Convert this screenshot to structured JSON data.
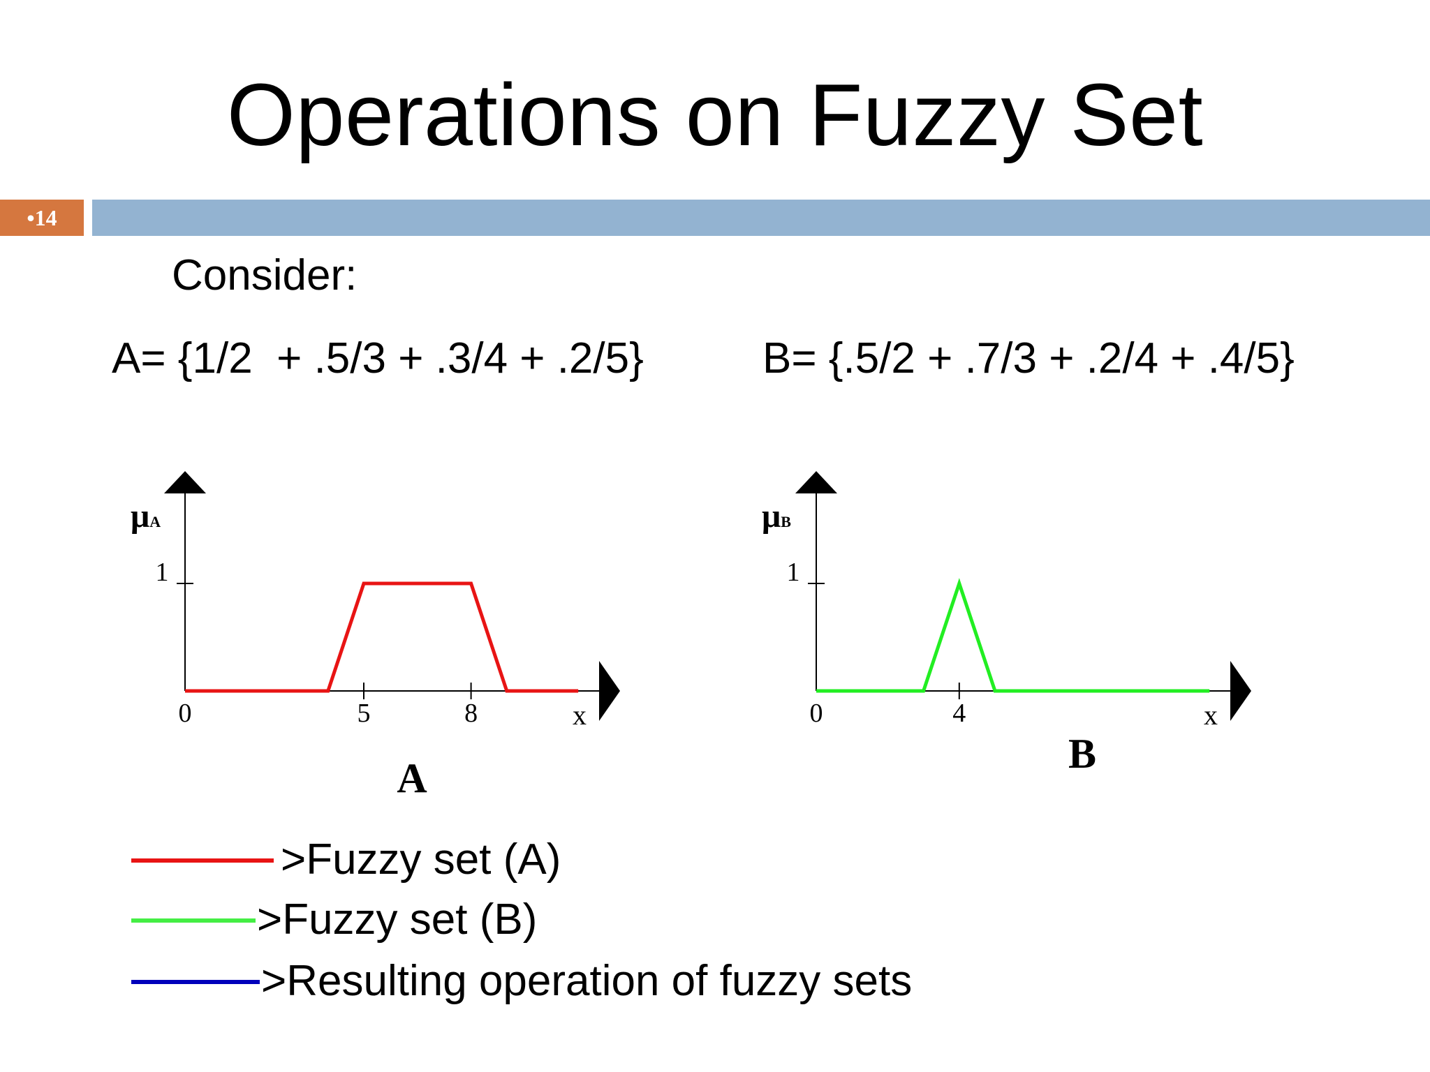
{
  "slide": {
    "title": "Operations on Fuzzy Set",
    "number": "•14",
    "consider": "Consider:",
    "set_a_def": "A= {1/2  + .5/3 + .3/4 + .2/5}",
    "set_b_def": "B= {.5/2 + .7/3 + .2/4 + .4/5}"
  },
  "chart_data": [
    {
      "type": "line",
      "title": "A",
      "ylabel": "μA",
      "xlabel": "x",
      "x_ticks": [
        "0",
        "5",
        "8"
      ],
      "y_ticks": [
        "1"
      ],
      "xlim": [
        0,
        11
      ],
      "ylim": [
        0,
        1
      ],
      "color": "#e81414",
      "series": [
        {
          "x": [
            0,
            4,
            5,
            8,
            9,
            11
          ],
          "y": [
            0,
            0,
            1,
            1,
            0,
            0
          ]
        }
      ]
    },
    {
      "type": "line",
      "title": "B",
      "ylabel": "μB",
      "xlabel": "x",
      "x_ticks": [
        "0",
        "4"
      ],
      "y_ticks": [
        "1"
      ],
      "xlim": [
        0,
        11
      ],
      "ylim": [
        0,
        1
      ],
      "color": "#22ee22",
      "series": [
        {
          "x": [
            0,
            3,
            4,
            5,
            11
          ],
          "y": [
            0,
            0,
            1,
            0,
            0
          ]
        }
      ]
    }
  ],
  "legend": [
    {
      "text": ">Fuzzy set (A)",
      "color": "#e81414"
    },
    {
      "text": ">Fuzzy set (B)",
      "color": "#44ee44"
    },
    {
      "text": ">Resulting operation of fuzzy sets",
      "color": "#0000bb"
    }
  ]
}
